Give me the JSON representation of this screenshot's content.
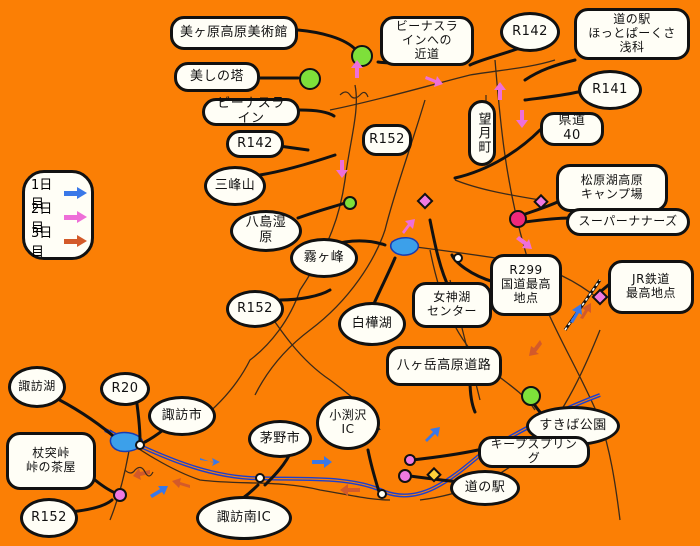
{
  "legend": {
    "items": [
      {
        "label": "1日目",
        "color": "#3a78e8"
      },
      {
        "label": "2日目",
        "color": "#ee6fd8"
      },
      {
        "label": "3日目",
        "color": "#d35a2a"
      }
    ]
  },
  "labels": {
    "museum": "美ヶ原高原美術館",
    "tower": "美しの塔",
    "beenasu_road": "ビーナスライン",
    "r142_west": "R142",
    "r152_north": "R152",
    "beenasu_near": "ビーナスラインへの\n近道",
    "r142_east": "R142",
    "michi_no_eki_top": "道の駅\nほっとぱーくさ浅科",
    "r141": "R141",
    "mochizuki": "望月町",
    "kendo40": "県道40",
    "matsubara_camp": "松原湖高原\nキャンプ場",
    "super_nanaze": "スーパーナナーズ",
    "jr_highest": "JR鉄道\n最高地点",
    "r299": "R299\n国道最高\n地点",
    "megamiko": "女神湖\nセンター",
    "shirakabako": "白樺湖",
    "kirigamine": "霧ヶ峰",
    "yashimagahara": "八島湿原",
    "sanpomine": "三峰山",
    "r152_mid": "R152",
    "yatsugatake_road": "八ヶ岳高原道路",
    "kiyosato_park": "すきば公園",
    "keep_spring": "キープスプリング",
    "michi_no_eki_bottom": "道の駅",
    "kobuchizawa_ic": "小渕沢\nIC",
    "chino": "茅野市",
    "suwa_city": "諏訪市",
    "r20": "R20",
    "suwako": "諏訪湖",
    "shiojiri": "杖突峠\n峠の茶屋",
    "r152_bottom": "R152",
    "suwa_minami_ic": "諏訪南IC"
  }
}
